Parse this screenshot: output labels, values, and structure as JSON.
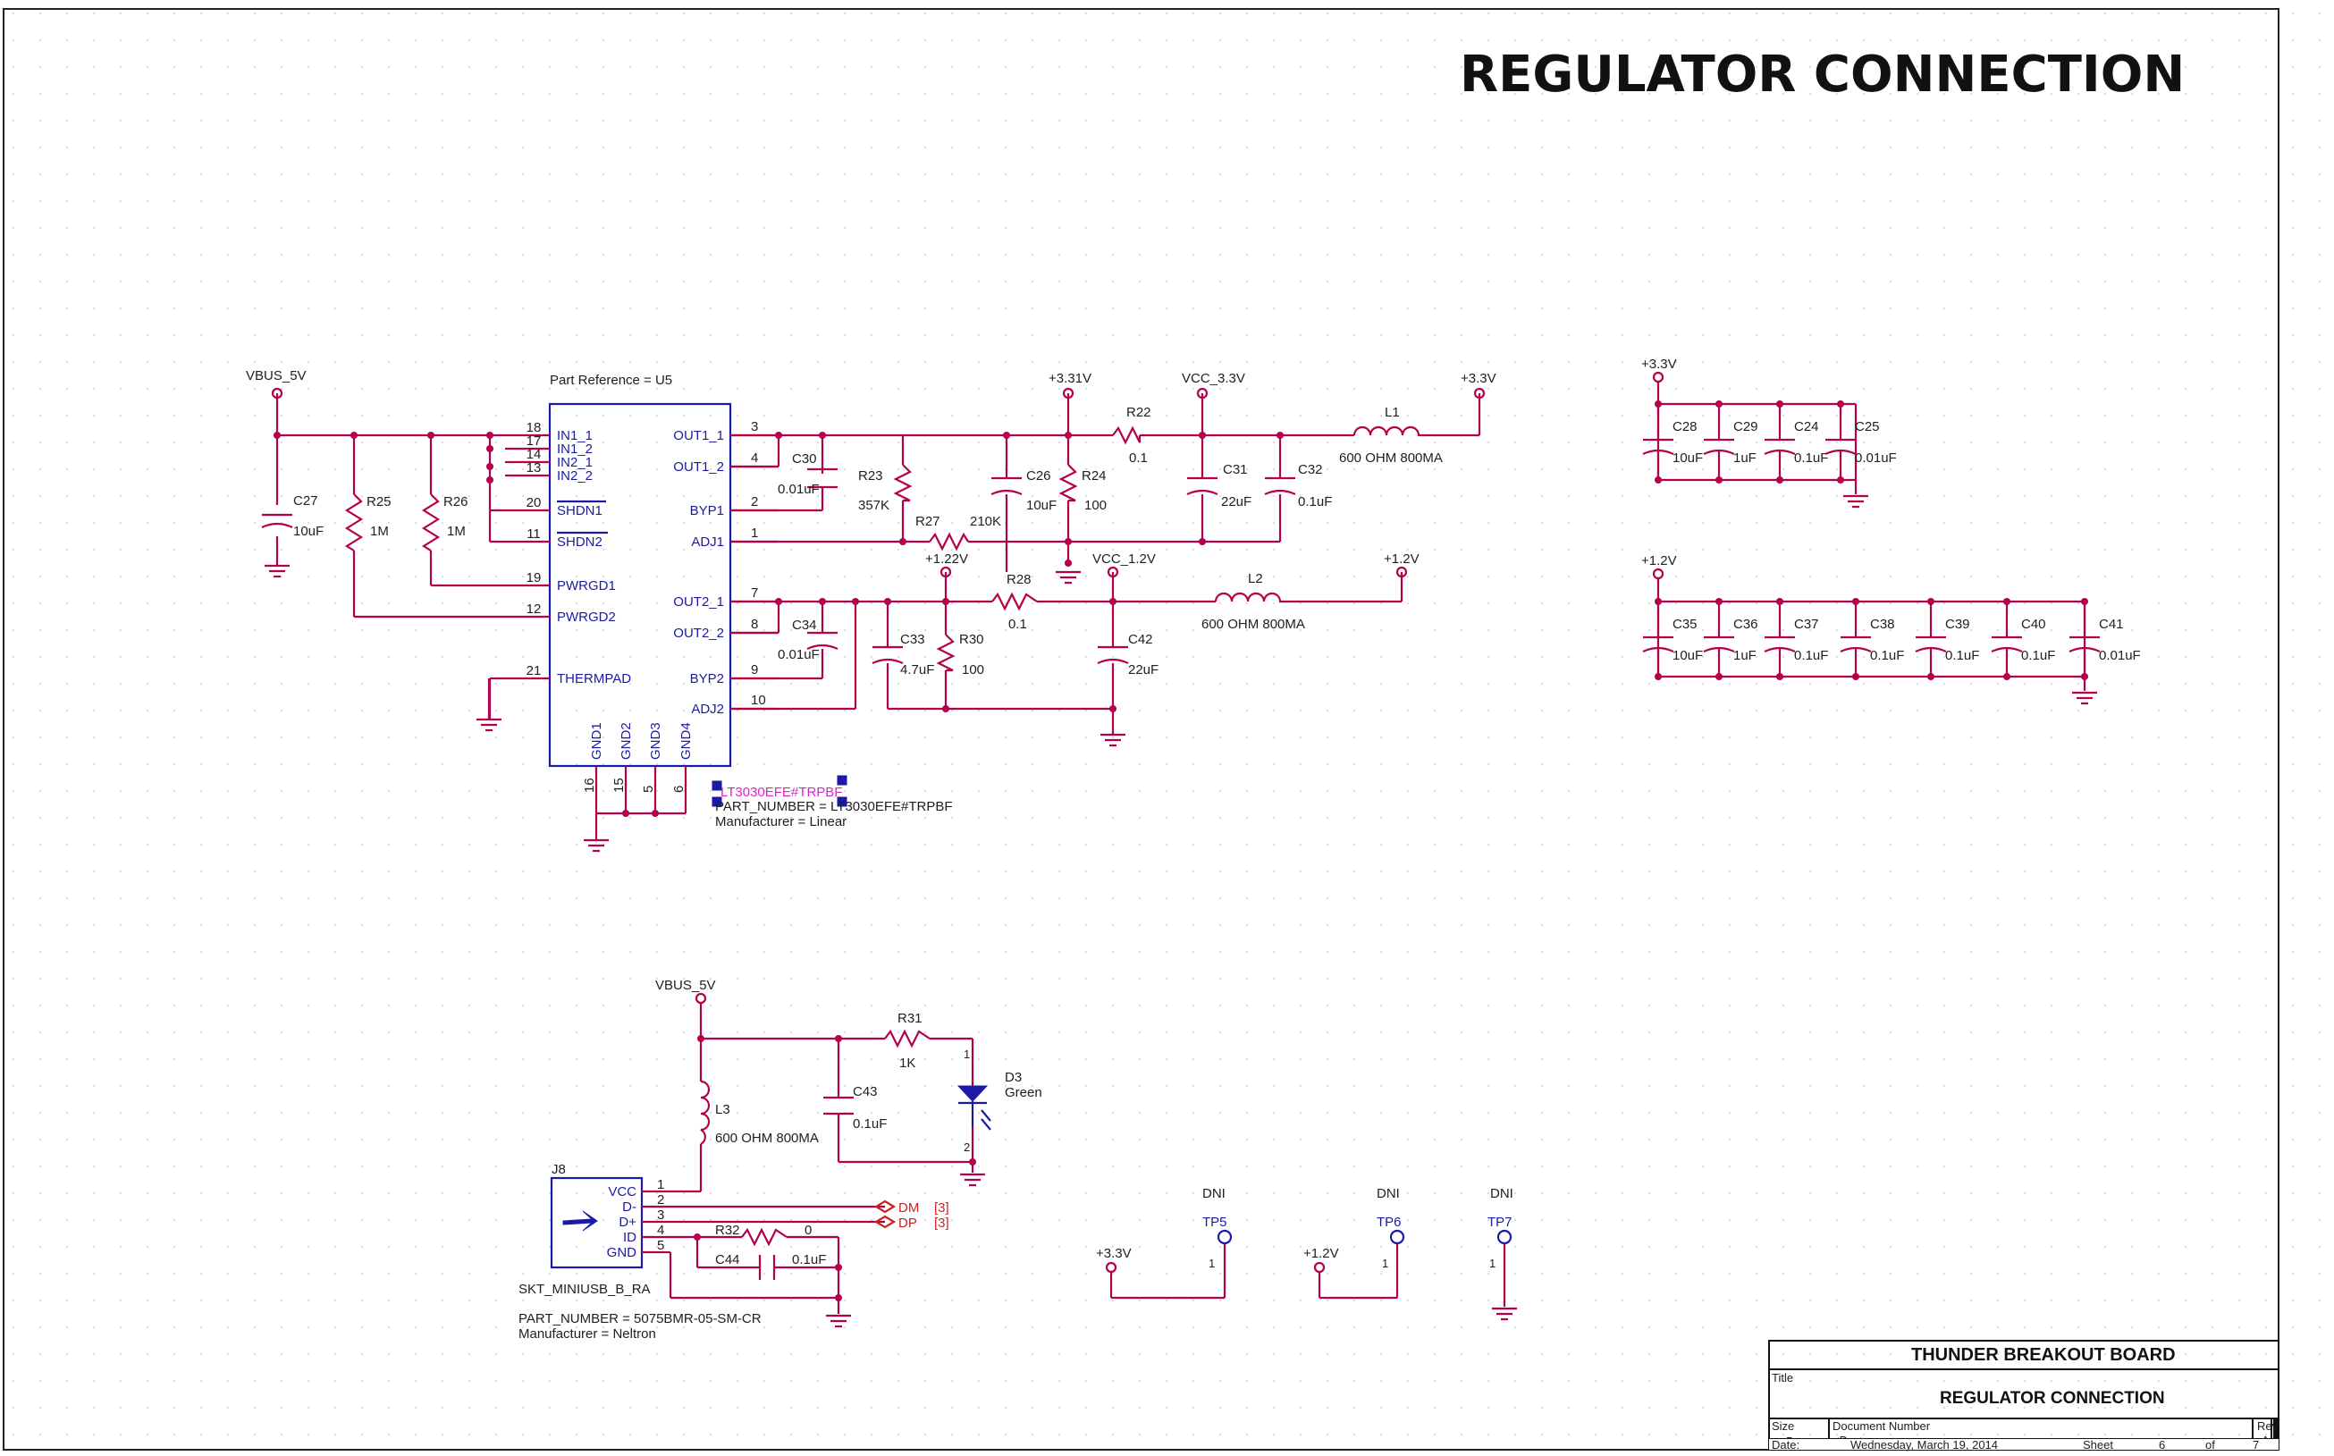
{
  "sheet_title": "REGULATOR CONNECTION",
  "u5": {
    "ref_label": "Part Reference = U5",
    "left_pins": [
      {
        "num": "18",
        "name": "IN1_1"
      },
      {
        "num": "17",
        "name": "IN1_2"
      },
      {
        "num": "14",
        "name": "IN2_1"
      },
      {
        "num": "13",
        "name": "IN2_2"
      },
      {
        "num": "20",
        "name": "SHDN1"
      },
      {
        "num": "11",
        "name": "SHDN2"
      },
      {
        "num": "19",
        "name": "PWRGD1"
      },
      {
        "num": "12",
        "name": "PWRGD2"
      },
      {
        "num": "21",
        "name": "THERMPAD"
      }
    ],
    "right_pins": [
      {
        "num": "3",
        "name": "OUT1_1"
      },
      {
        "num": "4",
        "name": "OUT1_2"
      },
      {
        "num": "2",
        "name": "BYP1"
      },
      {
        "num": "1",
        "name": "ADJ1"
      },
      {
        "num": "7",
        "name": "OUT2_1"
      },
      {
        "num": "8",
        "name": "OUT2_2"
      },
      {
        "num": "9",
        "name": "BYP2"
      },
      {
        "num": "10",
        "name": "ADJ2"
      }
    ],
    "bottom_pins": [
      {
        "num": "16",
        "name": "GND1"
      },
      {
        "num": "15",
        "name": "GND2"
      },
      {
        "num": "5",
        "name": "GND3"
      },
      {
        "num": "6",
        "name": "GND4"
      }
    ],
    "part_value": "LT3030EFE#TRPBF",
    "part_number": "PART_NUMBER = LT3030EFE#TRPBF",
    "manufacturer": "Manufacturer = Linear"
  },
  "nets": {
    "vbus_top": "VBUS_5V",
    "v331": "+3.31V",
    "vcc33": "VCC_3.3V",
    "p33_top": "+3.3V",
    "v122": "+1.22V",
    "vcc12": "VCC_1.2V",
    "p12_top": "+1.2V",
    "p33_bank": "+3.3V",
    "p12_bank": "+1.2V",
    "vbus_bottom": "VBUS_5V",
    "p33_tp": "+3.3V",
    "p12_tp": "+1.2V"
  },
  "components": {
    "C27": {
      "ref": "C27",
      "value": "10uF"
    },
    "R25": {
      "ref": "R25",
      "value": "1M"
    },
    "R26": {
      "ref": "R26",
      "value": "1M"
    },
    "C30": {
      "ref": "C30",
      "value": "0.01uF"
    },
    "R23": {
      "ref": "R23",
      "value": "357K"
    },
    "C26": {
      "ref": "C26",
      "value": "10uF"
    },
    "R24": {
      "ref": "R24",
      "value": "100"
    },
    "R27": {
      "ref": "R27",
      "value": "210K"
    },
    "R22": {
      "ref": "R22",
      "value": "0.1"
    },
    "C31": {
      "ref": "C31",
      "value": "22uF"
    },
    "C32": {
      "ref": "C32",
      "value": "0.1uF"
    },
    "L1": {
      "ref": "L1",
      "value": "600 OHM 800MA"
    },
    "C34": {
      "ref": "C34",
      "value": "0.01uF"
    },
    "C33": {
      "ref": "C33",
      "value": "4.7uF"
    },
    "R30": {
      "ref": "R30",
      "value": "100"
    },
    "R28": {
      "ref": "R28",
      "value": "0.1"
    },
    "C42": {
      "ref": "C42",
      "value": "22uF"
    },
    "L2": {
      "ref": "L2",
      "value": "600 OHM 800MA"
    },
    "R31": {
      "ref": "R31",
      "value": "1K"
    },
    "C43": {
      "ref": "C43",
      "value": "0.1uF"
    },
    "L3": {
      "ref": "L3",
      "value": "600 OHM 800MA"
    },
    "D3": {
      "ref": "D3",
      "value": "Green"
    },
    "R32": {
      "ref": "R32",
      "value": "0"
    },
    "C44": {
      "ref": "C44",
      "value": "0.1uF"
    }
  },
  "bank33": [
    {
      "ref": "C28",
      "value": "10uF"
    },
    {
      "ref": "C29",
      "value": "1uF"
    },
    {
      "ref": "C24",
      "value": "0.1uF"
    },
    {
      "ref": "C25",
      "value": "0.01uF"
    }
  ],
  "bank12": [
    {
      "ref": "C35",
      "value": "10uF"
    },
    {
      "ref": "C36",
      "value": "1uF"
    },
    {
      "ref": "C37",
      "value": "0.1uF"
    },
    {
      "ref": "C38",
      "value": "0.1uF"
    },
    {
      "ref": "C39",
      "value": "0.1uF"
    },
    {
      "ref": "C40",
      "value": "0.1uF"
    },
    {
      "ref": "C41",
      "value": "0.01uF"
    }
  ],
  "j8": {
    "ref": "J8",
    "pins": [
      {
        "num": "1",
        "name": "VCC"
      },
      {
        "num": "2",
        "name": "D-"
      },
      {
        "num": "3",
        "name": "D+"
      },
      {
        "num": "4",
        "name": "ID"
      },
      {
        "num": "5",
        "name": "GND"
      }
    ],
    "footprint": "SKT_MINIUSB_B_RA",
    "part_number": "PART_NUMBER = 5075BMR-05-SM-CR",
    "manufacturer": "Manufacturer = Neltron"
  },
  "offpage": [
    {
      "net": "DM",
      "sheet": "[3]"
    },
    {
      "net": "DP",
      "sheet": "[3]"
    }
  ],
  "testpoints": [
    {
      "ref": "TP5",
      "note": "DNI",
      "pin": "1"
    },
    {
      "ref": "TP6",
      "note": "DNI",
      "pin": "1"
    },
    {
      "ref": "TP7",
      "note": "DNI",
      "pin": "1"
    }
  ],
  "title_block": {
    "company": "THUNDER BREAKOUT BOARD",
    "title_label": "Title",
    "title": "REGULATOR CONNECTION",
    "size_label": "Size",
    "size": "B",
    "doc_label": "Document Number",
    "doc": "<Doc>",
    "rev_label": "Rev",
    "rev": "A",
    "date_label": "Date:",
    "date": "Wednesday, March 19, 2014",
    "sheet_label": "Sheet",
    "sheet": "6",
    "of_label": "of",
    "sheet_total": "7"
  }
}
